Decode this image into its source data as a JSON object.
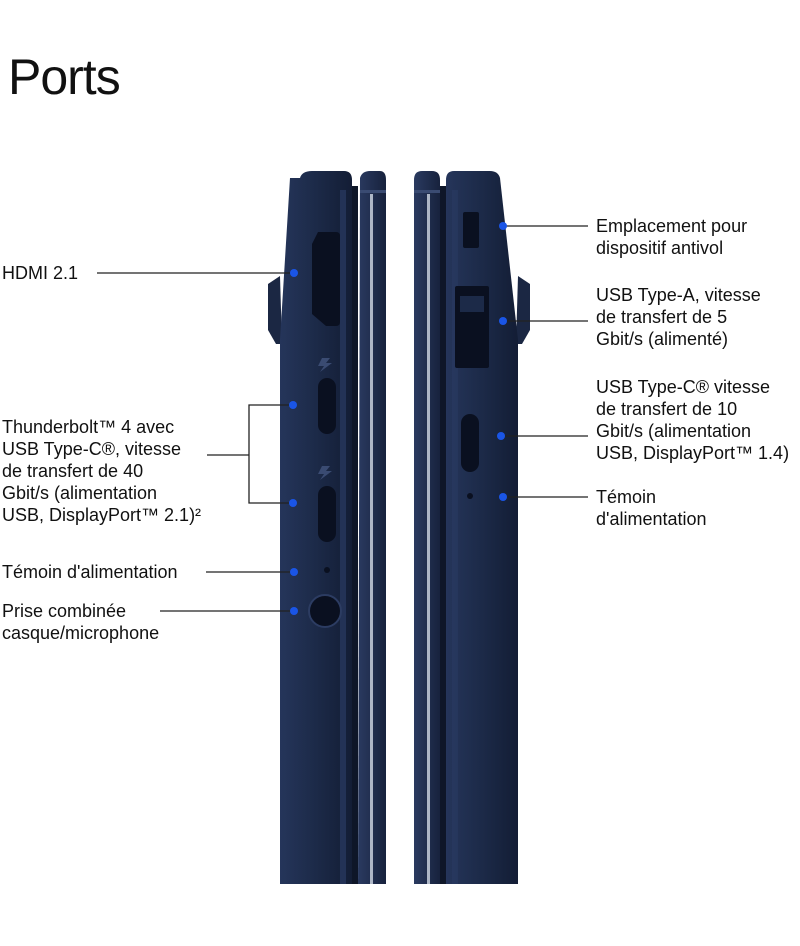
{
  "page": {
    "title": "Ports"
  },
  "colors": {
    "chassis": "#1f2d4a",
    "chassis_edge": "#2f3e60",
    "port_cavity": "#0a1020",
    "highlight": "#c7cfdc",
    "callout_dot": "#1a55e6",
    "leader_line": "#222222"
  },
  "left_side": {
    "hdmi": {
      "label": "HDMI 2.1"
    },
    "thunderbolt": {
      "lines": [
        "Thunderbolt™ 4 avec",
        "USB Type-C®, vitesse",
        "de transfert de 40",
        "Gbit/s (alimentation",
        "USB, DisplayPort™ 2.1)²"
      ]
    },
    "power_led": {
      "label": "Témoin d'alimentation"
    },
    "audio_jack": {
      "lines": [
        "Prise combinée",
        "casque/microphone"
      ]
    }
  },
  "right_side": {
    "lock_slot": {
      "lines": [
        "Emplacement pour",
        "dispositif antivol"
      ]
    },
    "usb_a": {
      "lines": [
        "USB Type-A, vitesse",
        "de transfert de 5",
        "Gbit/s (alimenté)"
      ]
    },
    "usb_c": {
      "lines": [
        "USB Type-C® vitesse",
        "de transfert de 10",
        "Gbit/s (alimentation",
        "USB, DisplayPort™ 1.4)"
      ]
    },
    "power_led": {
      "lines": [
        "Témoin",
        "d'alimentation"
      ]
    }
  },
  "icons": {
    "thunderbolt": "lightning-bolt-icon"
  }
}
